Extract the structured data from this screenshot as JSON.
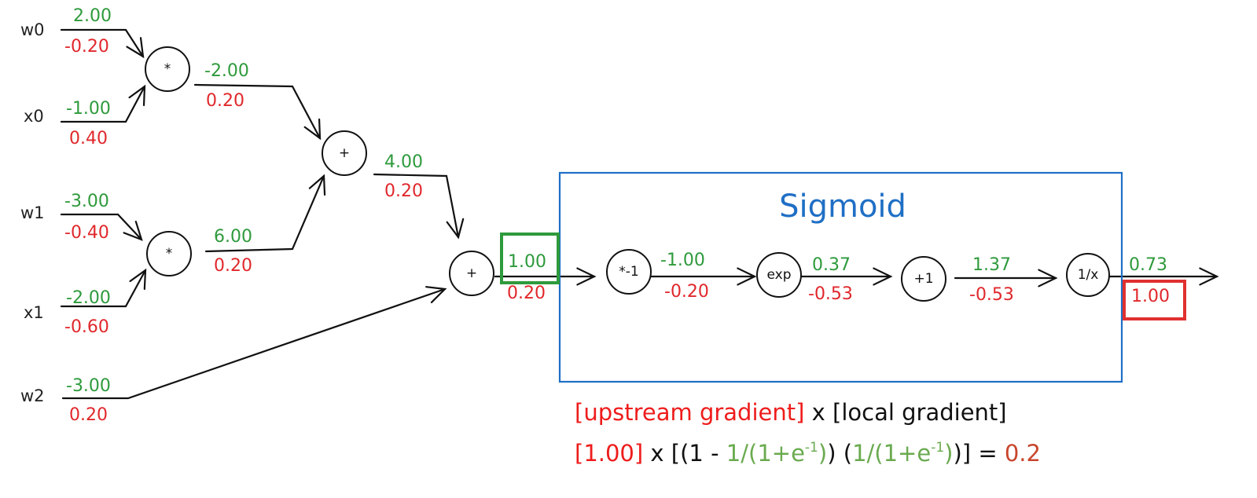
{
  "title": "Sigmoid",
  "colors": {
    "forward": "#2e9a3c",
    "backward": "#e0282c",
    "sigmoid_box": "#1f6fc5",
    "highlight_forward": "#2e9a3c",
    "highlight_backward": "#e03030",
    "formula_green": "#6aaa4f",
    "formula_result": "#c8452c"
  },
  "inputs": [
    {
      "name": "w0",
      "value": "2.00",
      "grad": "-0.20"
    },
    {
      "name": "x0",
      "value": "-1.00",
      "grad": "0.40"
    },
    {
      "name": "w1",
      "value": "-3.00",
      "grad": "-0.40"
    },
    {
      "name": "x1",
      "value": "-2.00",
      "grad": "-0.60"
    },
    {
      "name": "w2",
      "value": "-3.00",
      "grad": "0.20"
    }
  ],
  "nodes": [
    {
      "op": "*",
      "value": "-2.00",
      "grad": "0.20"
    },
    {
      "op": "*",
      "value": "6.00",
      "grad": "0.20"
    },
    {
      "op": "+",
      "value": "4.00",
      "grad": "0.20"
    },
    {
      "op": "+",
      "value": "1.00",
      "grad": "0.20"
    },
    {
      "op": "*-1",
      "value": "-1.00",
      "grad": "-0.20"
    },
    {
      "op": "exp",
      "value": "0.37",
      "grad": "-0.53"
    },
    {
      "op": "+1",
      "value": "1.37",
      "grad": "-0.53"
    },
    {
      "op": "1/x",
      "value": "0.73",
      "grad": "1.00"
    }
  ],
  "formula": {
    "line1": {
      "upstream": "[upstream gradient]",
      "times": " x [local gradient]"
    },
    "line2": {
      "upstream": "[1.00]",
      "p1": " x [(1 - ",
      "g1": "1/(1+e",
      "sup1": "-1",
      "g1b": ")",
      "p2": ") (",
      "g2": "1/(1+e",
      "sup2": "-1",
      "g2b": ")",
      "p3": ")] = ",
      "result": "0.2"
    }
  }
}
